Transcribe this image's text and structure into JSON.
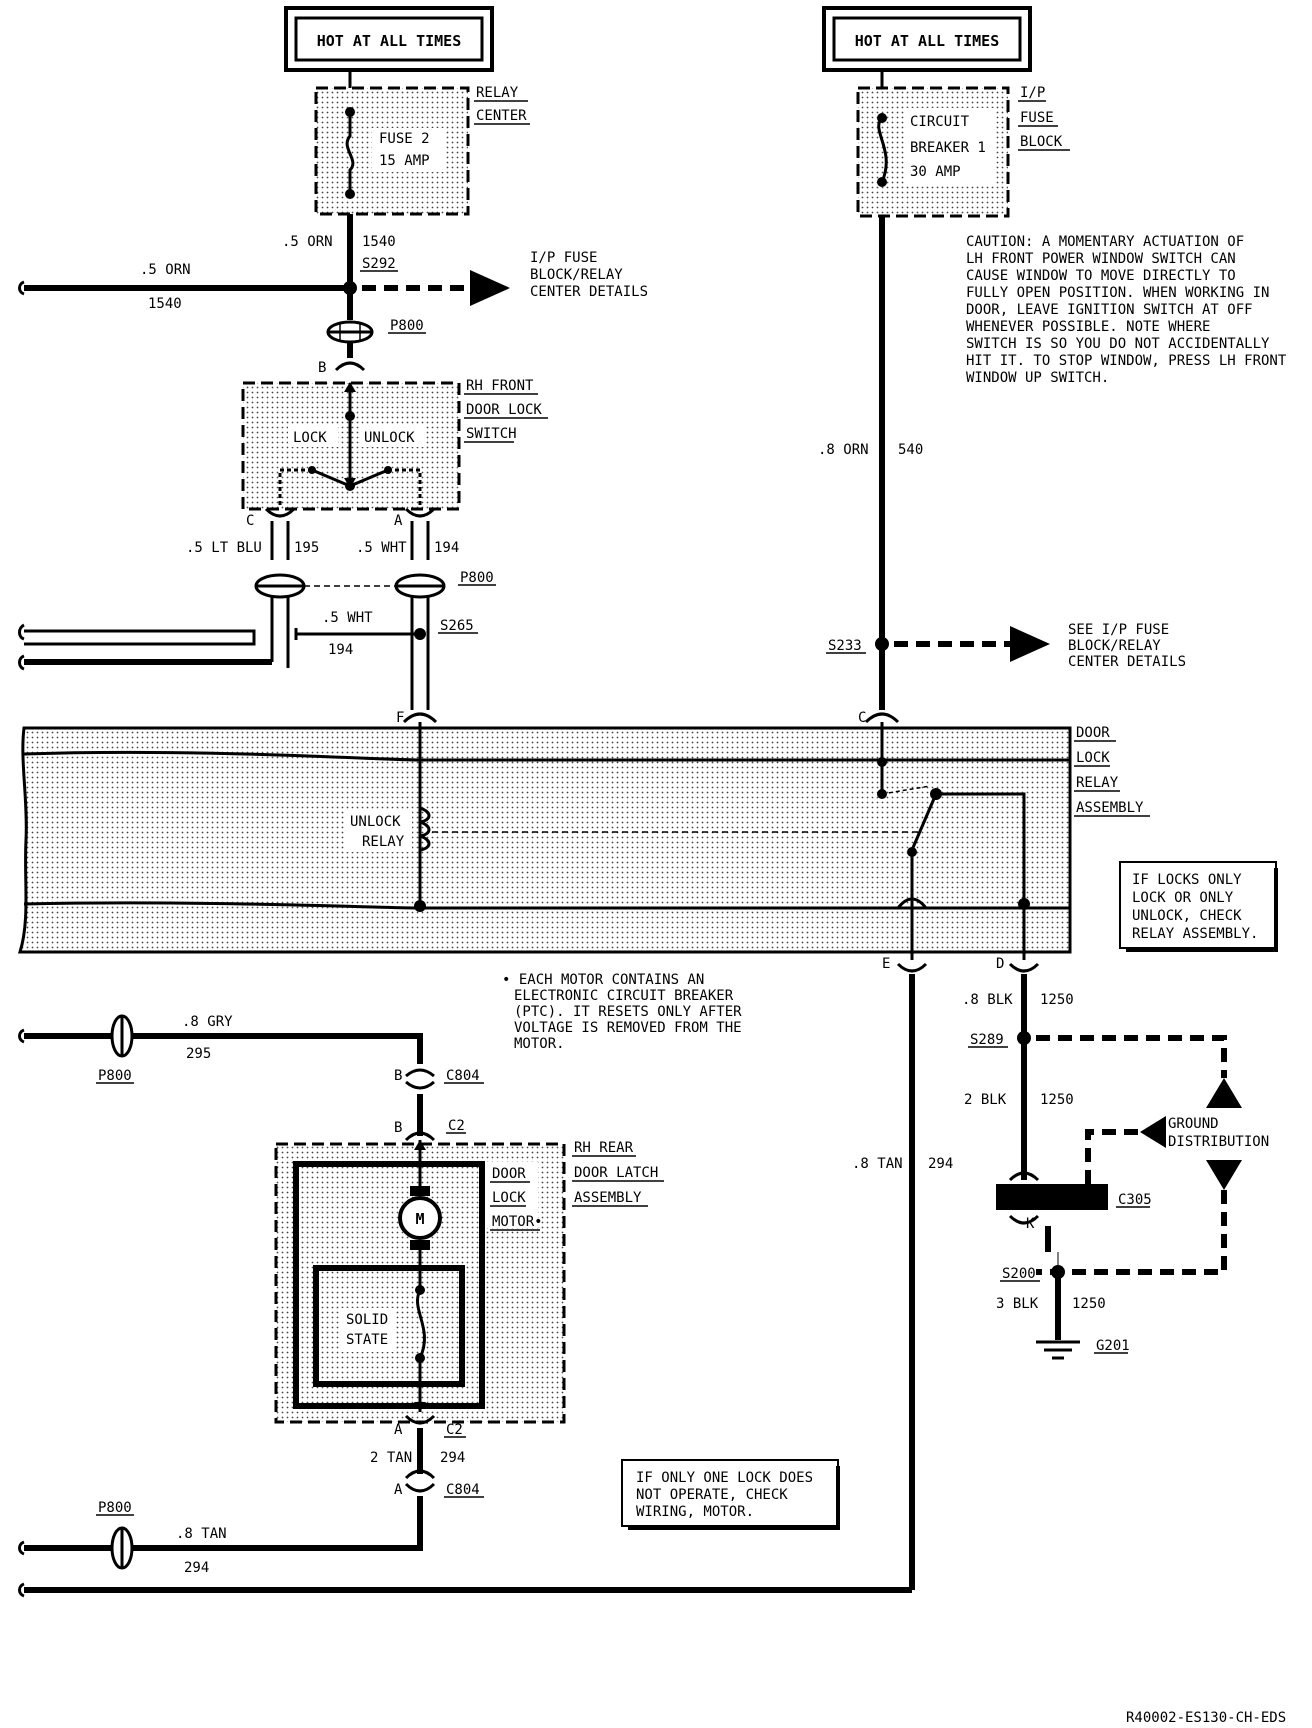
{
  "hot_left": "HOT AT ALL TIMES",
  "hot_right": "HOT AT ALL TIMES",
  "relay_center": [
    "RELAY",
    "CENTER"
  ],
  "fuse2": [
    "FUSE 2",
    "15 AMP"
  ],
  "ip_fuse_block": [
    "I/P",
    "FUSE",
    "BLOCK"
  ],
  "circuit_breaker": [
    "CIRCUIT",
    "BREAKER 1",
    "30 AMP"
  ],
  "w_orn_1540_a": [
    ".5 ORN",
    "1540"
  ],
  "w_orn_1540_b": [
    ".5 ORN",
    "1540"
  ],
  "s292": "S292",
  "ip_details_1": [
    "I/P FUSE",
    "BLOCK/RELAY",
    "CENTER DETAILS"
  ],
  "p800_top": "P800",
  "pin_b_top": "B",
  "rh_front_switch": [
    "RH FRONT",
    "DOOR LOCK",
    "SWITCH"
  ],
  "lock": "LOCK",
  "unlock": "UNLOCK",
  "pin_c": "C",
  "pin_a": "A",
  "w_ltblu_195": [
    ".5 LT BLU",
    "195"
  ],
  "w_wht_194_a": [
    ".5 WHT",
    "194"
  ],
  "p800_mid": "P800",
  "w_wht_194_b": [
    ".5 WHT",
    "194"
  ],
  "s265": "S265",
  "caution": [
    "CAUTION: A MOMENTARY ACTUATION OF",
    "LH FRONT POWER WINDOW SWITCH CAN",
    "CAUSE WINDOW TO MOVE DIRECTLY TO",
    "FULLY OPEN POSITION. WHEN WORKING IN",
    "DOOR, LEAVE IGNITION SWITCH AT OFF",
    "WHENEVER POSSIBLE. NOTE WHERE",
    "SWITCH IS SO YOU DO NOT ACCIDENTALLY",
    "HIT IT. TO STOP WINDOW, PRESS LH FRONT",
    "WINDOW UP SWITCH."
  ],
  "w_orn_540": [
    ".8 ORN",
    "540"
  ],
  "s233": "S233",
  "ip_details_2": [
    "SEE I/P FUSE",
    "BLOCK/RELAY",
    "CENTER DETAILS"
  ],
  "pin_f": "F",
  "pin_c_relay": "C",
  "door_lock_relay": [
    "DOOR",
    "LOCK",
    "RELAY",
    "ASSEMBLY"
  ],
  "unlock_relay": [
    "UNLOCK",
    "RELAY"
  ],
  "if_locks_only": [
    "IF LOCKS ONLY",
    "LOCK OR ONLY",
    "UNLOCK, CHECK",
    "RELAY ASSEMBLY."
  ],
  "pin_e": "E",
  "pin_d": "D",
  "motor_note": [
    "• EACH MOTOR CONTAINS AN",
    "ELECTRONIC CIRCUIT BREAKER",
    "(PTC). IT RESETS ONLY AFTER",
    "VOLTAGE IS REMOVED FROM THE",
    "MOTOR."
  ],
  "w_gry_295": [
    ".8 GRY",
    "295"
  ],
  "p800_gry": "P800",
  "pin_b_c804": "B",
  "c804_top": "C804",
  "pin_b_c2": "B",
  "c2_top": "C2",
  "rh_rear_latch": [
    "RH REAR",
    "DOOR LATCH",
    "ASSEMBLY"
  ],
  "door_lock_motor": [
    "DOOR",
    "LOCK",
    "MOTOR•"
  ],
  "motor_m": "M",
  "solid_state": [
    "SOLID",
    "STATE"
  ],
  "pin_a_c2": "A",
  "c2_bottom": "C2",
  "w_tan_294_a": [
    "2 TAN",
    "294"
  ],
  "pin_a_c804": "A",
  "c804_bottom": "C804",
  "w_tan_294_b": [
    ".8 TAN",
    "294"
  ],
  "p800_tan": "P800",
  "w_tan_294_c": [
    ".8 TAN",
    "294"
  ],
  "if_one_lock": [
    "IF ONLY ONE LOCK DOES",
    "NOT OPERATE, CHECK",
    "WIRING, MOTOR."
  ],
  "w_blk_1250_a": [
    ".8 BLK",
    "1250"
  ],
  "s289": "S289",
  "w_blk_1250_b": [
    "2 BLK",
    "1250"
  ],
  "ground_distribution": [
    "GROUND",
    "DISTRIBUTION"
  ],
  "c305": "C305",
  "pin_k": "K",
  "s200": "S200",
  "w_blk_1250_c": [
    "3 BLK",
    "1250"
  ],
  "g201": "G201",
  "ref_code": "R40002-ES130-CH-EDS"
}
